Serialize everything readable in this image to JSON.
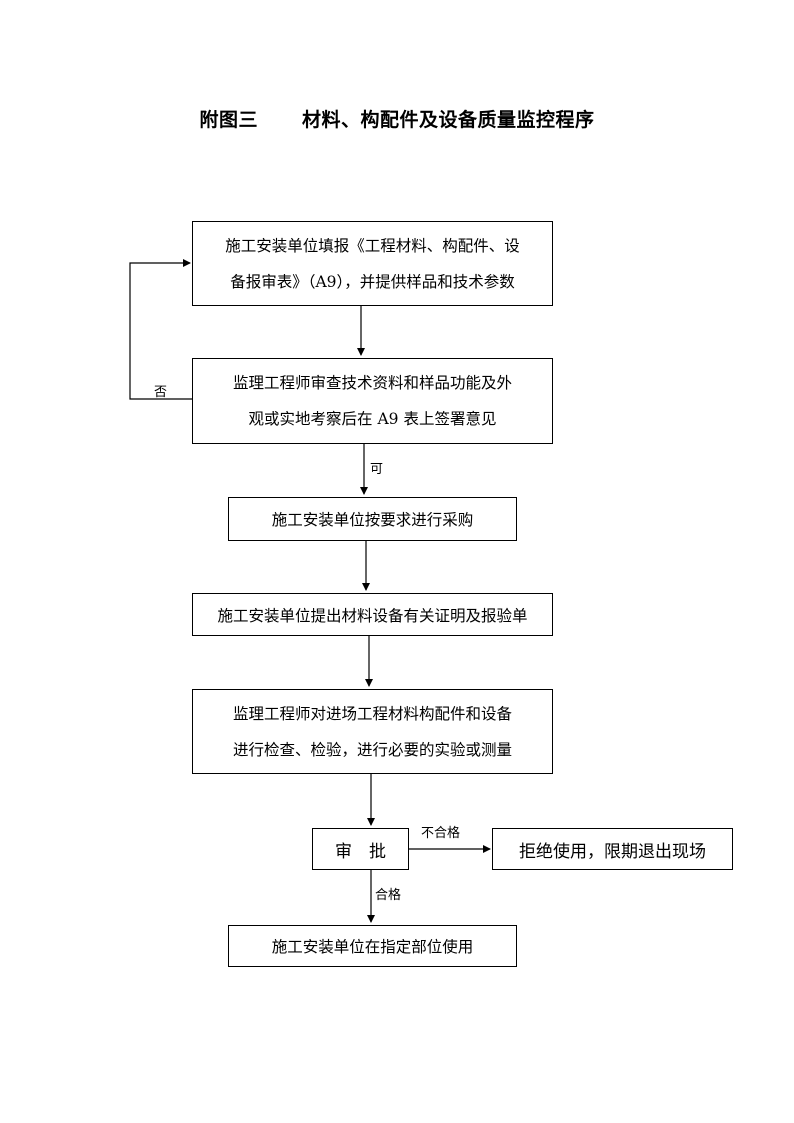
{
  "title": {
    "prefix": "附图三",
    "main": "材料、构配件及设备质量监控程序"
  },
  "boxes": {
    "step1_line1": "施工安装单位填报《工程材料、构配件、设",
    "step1_line2": "备报审表》（A9），并提供样品和技术参数",
    "step2_line1": "监理工程师审查技术资料和样品功能及外",
    "step2_line2": "观或实地考察后在 A9 表上签署意见",
    "step3": "施工安装单位按要求进行采购",
    "step4": "施工安装单位提出材料设备有关证明及报验单",
    "step5_line1": "监理工程师对进场工程材料构配件和设备",
    "step5_line2": "进行检查、检验，进行必要的实验或测量",
    "approve": "审　批",
    "reject": "拒绝使用，限期退出现场",
    "final": "施工安装单位在指定部位使用"
  },
  "labels": {
    "no": "否",
    "yes": "可",
    "fail": "不合格",
    "pass": "合格"
  }
}
